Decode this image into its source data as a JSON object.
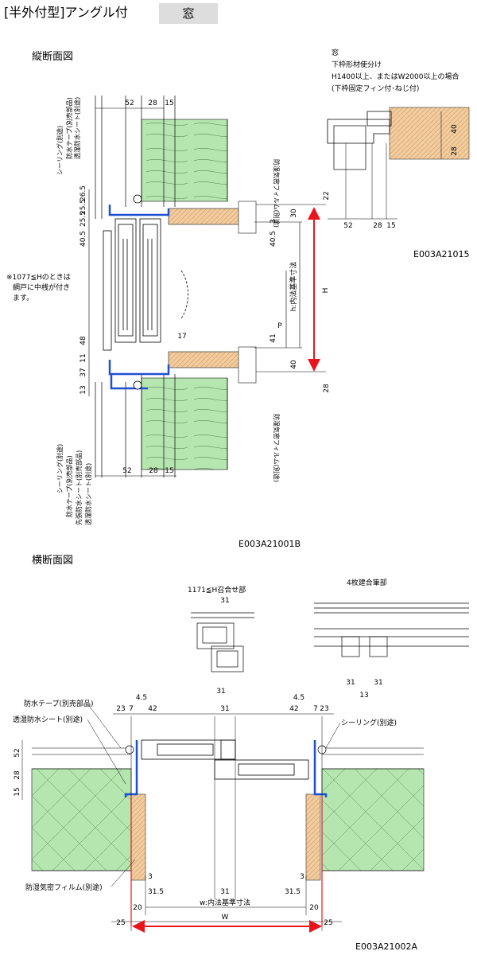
{
  "header": {
    "title": "[半外付型]アングル付",
    "badge": "窓"
  },
  "vertical": {
    "title": "縦断面図",
    "code": "E003A21001B",
    "note_lines": [
      "※1077≦Hのときは",
      "網戸に中桟が付き",
      "ます。"
    ],
    "labels": {
      "sealing": "シーリング(別途)",
      "waterproof_tape": "防水テープ(別売部品)",
      "moisture_sheet": "透湿防水シート(別途)",
      "film": "防湿気密フィルム(別途)",
      "pre_sheet": "先張防水シート(別売部品)",
      "inner_std": "h:内法基準寸法",
      "H": "H",
      "P": "P"
    },
    "dims_top": [
      "52",
      "28",
      "15"
    ],
    "dims_bottom": [
      "52",
      "28",
      "15"
    ],
    "dims_left": [
      "26.5",
      "25.5",
      "25.5",
      "40.5",
      "48",
      "11",
      "37",
      "13"
    ],
    "dims_right": [
      "22",
      "30",
      "3",
      "40.5",
      "17",
      "41",
      "40",
      "28"
    ]
  },
  "inset": {
    "lines": [
      "窓",
      "下枠形材使分け",
      "H1400以上、またはW2000以上の場合",
      "(下枠固定フィン付･ねじ付)"
    ],
    "dims": [
      "52",
      "28",
      "15",
      "40",
      "28"
    ],
    "code": "E003A21015"
  },
  "horizontal": {
    "title": "横断面図",
    "code": "E003A21002A",
    "meeting_title": "1171≦H召合せ部",
    "meeting_dims": [
      "31",
      "31"
    ],
    "joint_title": "4枚建合筆部",
    "joint_dims": [
      "31",
      "31",
      "13"
    ],
    "labels": {
      "waterproof_tape": "防水テープ(別売部品)",
      "moisture_sheet": "透湿防水シート(別途)",
      "sealing": "シーリング(別途)",
      "film": "防湿気密フィルム(別途)",
      "inner_std": "w:内法基準寸法",
      "W": "W"
    },
    "dims_top": [
      "23",
      "7",
      "4.5",
      "42",
      "31",
      "4.5",
      "42",
      "7",
      "23"
    ],
    "dims_left": [
      "52",
      "15",
      "28"
    ],
    "dims_bottom": [
      "3",
      "31.5",
      "31",
      "3",
      "31.5",
      "20",
      "20",
      "25",
      "25"
    ]
  },
  "colors": {
    "frame": "#1f4fd1",
    "insulation": "#b6e6b0",
    "wood": "#f2cc9e",
    "dim_red": "#e8141c"
  }
}
